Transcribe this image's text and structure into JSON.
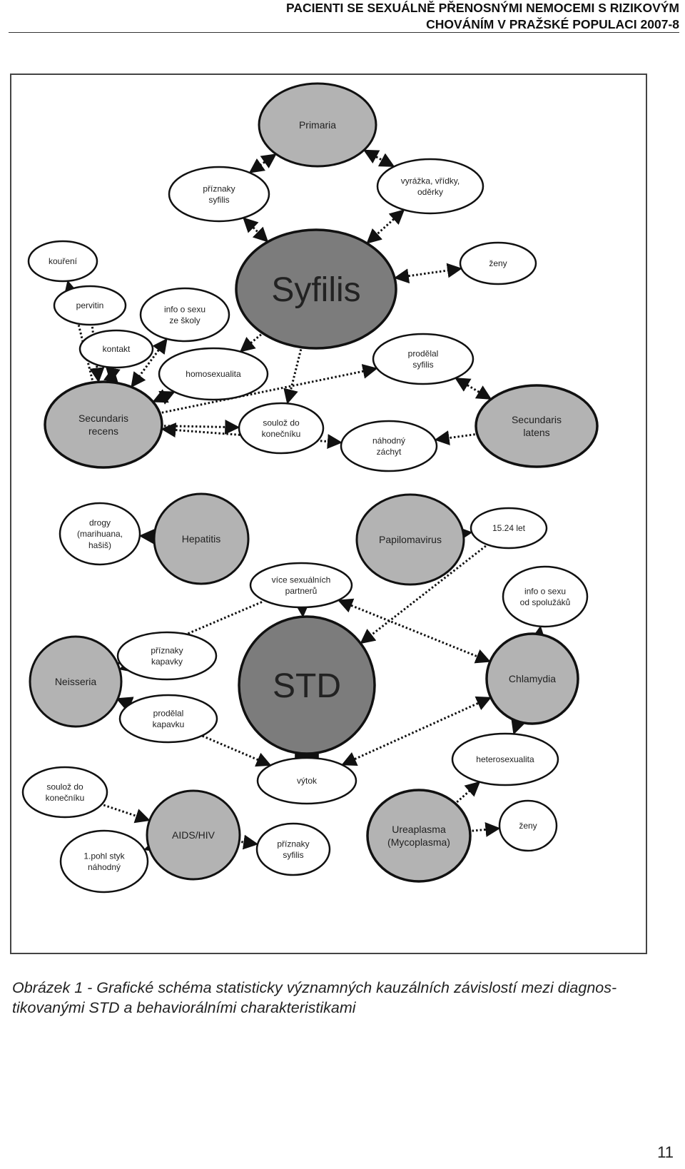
{
  "header": {
    "line1": "PACIENTI SE SEXUÁLNĚ PŘENOSNÝMI NEMOCEMI S RIZIKOVÝM",
    "line2": "CHOVÁNÍM V PRAŽSKÉ POPULACI 2007-8"
  },
  "diagram": {
    "colors": {
      "light": "#ffffff",
      "medium": "#b3b3b3",
      "dark": "#7c7c7c",
      "stroke": "#111111"
    },
    "nodes": {
      "primaria": {
        "lines": [
          "Primaria"
        ],
        "shade": "medium"
      },
      "priznaky_syfilis_top": {
        "lines": [
          "příznaky",
          "syfilis"
        ],
        "shade": "light"
      },
      "vyrazka": {
        "lines": [
          "vyrážka, vřídky,",
          "oděrky"
        ],
        "shade": "light"
      },
      "koureni": {
        "lines": [
          "kouření"
        ],
        "shade": "light"
      },
      "zeny_top": {
        "lines": [
          "ženy"
        ],
        "shade": "light"
      },
      "syfilis": {
        "lines": [
          "Syfilis"
        ],
        "shade": "dark"
      },
      "pervitin": {
        "lines": [
          "pervitin"
        ],
        "shade": "light"
      },
      "info_skola": {
        "lines": [
          "info o sexu",
          "ze školy"
        ],
        "shade": "light"
      },
      "kontakt": {
        "lines": [
          "kontakt"
        ],
        "shade": "light"
      },
      "homosexualita": {
        "lines": [
          "homosexualita"
        ],
        "shade": "light"
      },
      "prodelal_syfilis": {
        "lines": [
          "prodělal",
          "syfilis"
        ],
        "shade": "light"
      },
      "secundaris_recens": {
        "lines": [
          "Secundaris",
          "recens"
        ],
        "shade": "medium"
      },
      "souloz_top": {
        "lines": [
          "soulož do",
          "konečníku"
        ],
        "shade": "light"
      },
      "nahodny_zachyt": {
        "lines": [
          "náhodný",
          "záchyt"
        ],
        "shade": "light"
      },
      "secundaris_latens": {
        "lines": [
          "Secundaris",
          "latens"
        ],
        "shade": "medium"
      },
      "drogy": {
        "lines": [
          "drogy",
          "(marihuana,",
          "hašiš)"
        ],
        "shade": "light"
      },
      "hepatitis": {
        "lines": [
          "Hepatitis"
        ],
        "shade": "medium"
      },
      "papilomavirus": {
        "lines": [
          "Papilomavirus"
        ],
        "shade": "medium"
      },
      "vek": {
        "lines": [
          "15.24 let"
        ],
        "shade": "light"
      },
      "vice_partneru": {
        "lines": [
          "více sexuálních",
          "partnerů"
        ],
        "shade": "light"
      },
      "info_spoluzaci": {
        "lines": [
          "info o sexu",
          "od spolužáků"
        ],
        "shade": "light"
      },
      "neisseria": {
        "lines": [
          "Neisseria"
        ],
        "shade": "medium"
      },
      "priznaky_kapavky": {
        "lines": [
          "příznaky",
          "kapavky"
        ],
        "shade": "light"
      },
      "std": {
        "lines": [
          "STD"
        ],
        "shade": "dark"
      },
      "chlamydia": {
        "lines": [
          "Chlamydia"
        ],
        "shade": "medium"
      },
      "prodelal_kapavku": {
        "lines": [
          "prodělal",
          "kapavku"
        ],
        "shade": "light"
      },
      "heterosexualita": {
        "lines": [
          "heterosexualita"
        ],
        "shade": "light"
      },
      "vytok": {
        "lines": [
          "výtok"
        ],
        "shade": "light"
      },
      "souloz_bottom": {
        "lines": [
          "soulož do",
          "konečníku"
        ],
        "shade": "light"
      },
      "aids_hiv": {
        "lines": [
          "AIDS/HIV"
        ],
        "shade": "medium"
      },
      "ureaplasma": {
        "lines": [
          "Ureaplasma",
          "(Mycoplasma)"
        ],
        "shade": "medium"
      },
      "zeny_bottom": {
        "lines": [
          "ženy"
        ],
        "shade": "light"
      },
      "prvni_styk": {
        "lines": [
          "1.pohl styk",
          "náhodný"
        ],
        "shade": "light"
      },
      "priznaky_syfilis_bottom": {
        "lines": [
          "příznaky",
          "syfilis"
        ],
        "shade": "light"
      }
    },
    "links": [
      [
        "primaria",
        "priznaky_syfilis_top",
        "both"
      ],
      [
        "primaria",
        "vyrazka",
        "both"
      ],
      [
        "priznaky_syfilis_top",
        "syfilis",
        "both"
      ],
      [
        "vyrazka",
        "syfilis",
        "both"
      ],
      [
        "syfilis",
        "zeny_top",
        "both"
      ],
      [
        "syfilis",
        "homosexualita",
        "to"
      ],
      [
        "syfilis",
        "souloz_top",
        "to"
      ],
      [
        "koureni",
        "secundaris_recens",
        "from"
      ],
      [
        "pervitin",
        "secundaris_recens",
        "to"
      ],
      [
        "kontakt",
        "secundaris_recens",
        "both"
      ],
      [
        "info_skola",
        "secundaris_recens",
        "both"
      ],
      [
        "homosexualita",
        "secundaris_recens",
        "both"
      ],
      [
        "secundaris_recens",
        "prodelal_syfilis",
        "to"
      ],
      [
        "secundaris_recens",
        "souloz_top",
        "to"
      ],
      [
        "secundaris_recens",
        "nahodny_zachyt",
        "both"
      ],
      [
        "prodelal_syfilis",
        "secundaris_latens",
        "both"
      ],
      [
        "secundaris_latens",
        "nahodny_zachyt",
        "to"
      ],
      [
        "hepatitis",
        "drogy",
        "to"
      ],
      [
        "papilomavirus",
        "vek",
        "to"
      ],
      [
        "vek",
        "std",
        "to"
      ],
      [
        "neisseria",
        "vice_partneru",
        "from"
      ],
      [
        "vice_partneru",
        "std",
        "to"
      ],
      [
        "vice_partneru",
        "chlamydia",
        "both"
      ],
      [
        "info_spoluzaci",
        "chlamydia",
        "from"
      ],
      [
        "priznaky_kapavky",
        "neisseria",
        "to"
      ],
      [
        "prodelal_kapavku",
        "neisseria",
        "to"
      ],
      [
        "neisseria",
        "vytok",
        "both"
      ],
      [
        "std",
        "vytok",
        "both"
      ],
      [
        "vytok",
        "chlamydia",
        "both"
      ],
      [
        "chlamydia",
        "heterosexualita",
        "to"
      ],
      [
        "ureaplasma",
        "heterosexualita",
        "to"
      ],
      [
        "ureaplasma",
        "zeny_bottom",
        "to"
      ],
      [
        "souloz_bottom",
        "aids_hiv",
        "to"
      ],
      [
        "aids_hiv",
        "prvni_styk",
        "to"
      ],
      [
        "aids_hiv",
        "priznaky_syfilis_bottom",
        "to"
      ]
    ]
  },
  "caption": {
    "line1": "Obrázek 1 - Grafické schéma statisticky významných kauzálních závislostí mezi diagnos-",
    "line2": "tikovanými STD a behaviorálními charakteristikami"
  },
  "page_number": "11"
}
